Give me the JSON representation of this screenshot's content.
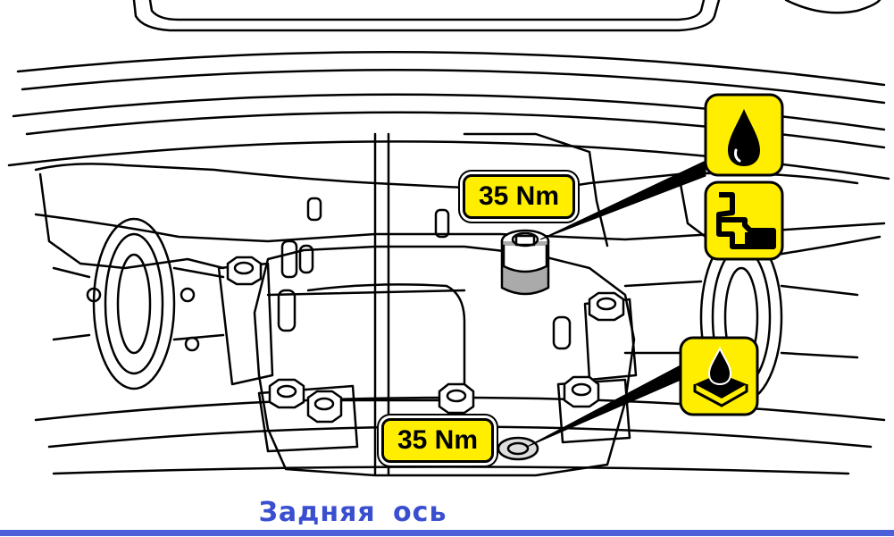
{
  "labels": {
    "torque_upper": "35 Nm",
    "torque_lower": "35 Nm"
  },
  "caption": "Задняя  ось",
  "icons": [
    "oil-drop-icon",
    "fill-level-icon",
    "drain-oil-icon"
  ],
  "colors": {
    "label_fill": "#ffee00",
    "line": "#000000",
    "caption": "#3a4fd0"
  }
}
